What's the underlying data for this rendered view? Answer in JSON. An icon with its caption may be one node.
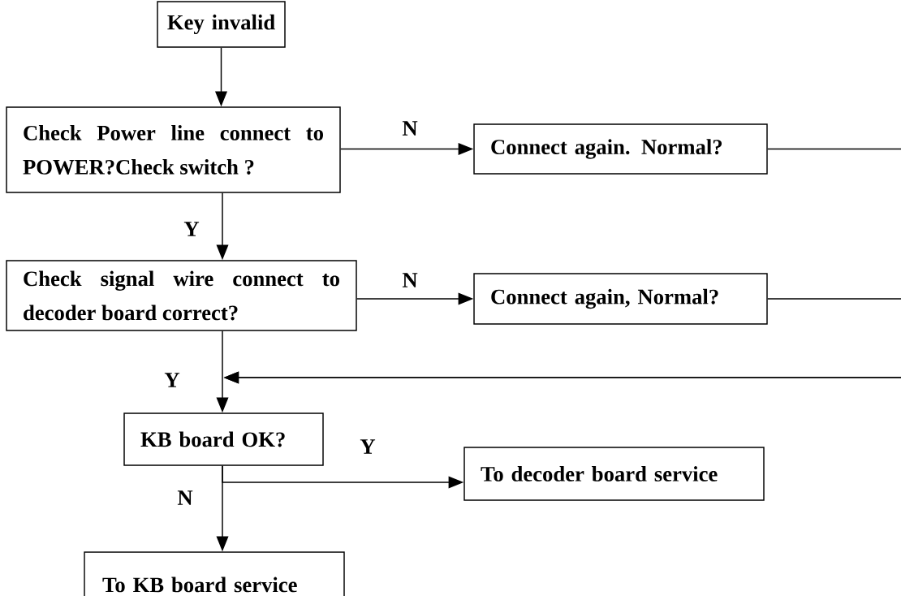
{
  "diagram": {
    "nodes": [
      {
        "text": [
          "Key invalid"
        ]
      },
      {
        "text": [
          "Check Power line connect to POWER?Check switch ?"
        ]
      },
      {
        "text": [
          "Connect again. Normal?"
        ]
      },
      {
        "text": [
          "Check signal wire connect to decoder board correct?"
        ]
      },
      {
        "text": [
          "Connect again, Normal?"
        ]
      },
      {
        "text": [
          "KB board OK?"
        ]
      },
      {
        "text": [
          "To decoder board service"
        ]
      },
      {
        "text": [
          "To KB board service"
        ]
      }
    ],
    "edges": [
      {
        "from": 0,
        "to": 1,
        "arrow": "to"
      },
      {
        "from": 1,
        "to": 2,
        "arrow": "to",
        "label": "N"
      },
      {
        "from": 1,
        "to": 3,
        "arrow": "to",
        "label": "Y"
      },
      {
        "from": 3,
        "to": 4,
        "arrow": "to",
        "label": "N"
      },
      {
        "from": 3,
        "to": 5,
        "arrow": "to",
        "label": "Y"
      },
      {
        "from": 2,
        "to": 5,
        "arrow": "to"
      },
      {
        "from": 4,
        "to": 5,
        "arrow": "to"
      },
      {
        "from": 5,
        "to": 6,
        "arrow": "to",
        "label": "Y"
      },
      {
        "from": 5,
        "to": 7,
        "arrow": "to",
        "label": "N"
      }
    ]
  }
}
